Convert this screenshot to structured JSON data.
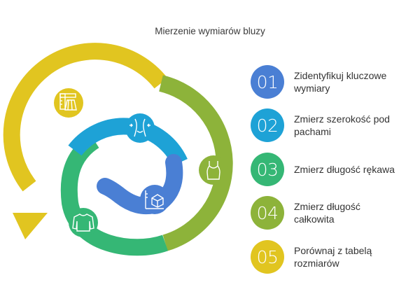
{
  "title": "Mierzenie wymiarów bluzy",
  "steps": [
    {
      "number": "01",
      "label": "Zidentyfikuj kluczowe wymiary",
      "color": "#4a7fd4",
      "icon": "measurement-cube-icon"
    },
    {
      "number": "02",
      "label": "Zmierz szerokość pod pachami",
      "color": "#1ea2d6",
      "icon": "body-waist-icon"
    },
    {
      "number": "03",
      "label": "Zmierz długość rękawa",
      "color": "#35b775",
      "icon": "sweatshirt-icon"
    },
    {
      "number": "04",
      "label": "Zmierz długość całkowita",
      "color": "#8db33a",
      "icon": "tank-top-icon"
    },
    {
      "number": "05",
      "label": "Porównaj z tabelą rozmiarów",
      "color": "#e1c520",
      "icon": "skirt-ruler-icon"
    }
  ]
}
